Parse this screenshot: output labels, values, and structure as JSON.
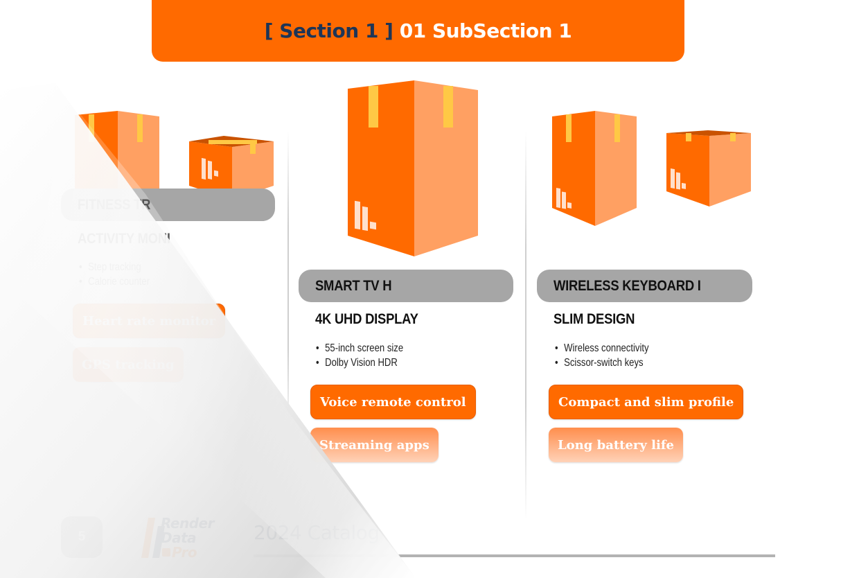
{
  "header": {
    "section": "[ Section 1 ]",
    "subsection": "01 SubSection 1"
  },
  "columns": [
    {
      "title": "FITNESS TR",
      "subtitle": "ACTIVITY MONI",
      "bullets": [
        "Step tracking",
        "Calorie counter"
      ],
      "features": [
        "Heart rate monitor",
        "GPS tracking"
      ]
    },
    {
      "title": "SMART TV H",
      "subtitle": "4K UHD DISPLAY",
      "bullets": [
        "55-inch screen size",
        "Dolby Vision HDR"
      ],
      "features": [
        "Voice remote control",
        "Streaming apps"
      ]
    },
    {
      "title": "WIRELESS KEYBOARD I",
      "subtitle": "SLIM DESIGN",
      "bullets": [
        "Wireless connectivity",
        "Scissor-switch keys"
      ],
      "features": [
        "Compact and slim profile",
        "Long battery life"
      ]
    }
  ],
  "footer": {
    "page_number": "5",
    "logo_lines": [
      "Render",
      "Data",
      "Pro"
    ],
    "catalog_title": "2024 Catalog"
  },
  "colors": {
    "accent": "#ff6a00",
    "accent_light": "#ff9e63",
    "navy": "#1d3557",
    "gray": "#a6a6a6",
    "tape": "#ffc845"
  },
  "icons": [
    "box-icon",
    "logo-bars-icon"
  ]
}
